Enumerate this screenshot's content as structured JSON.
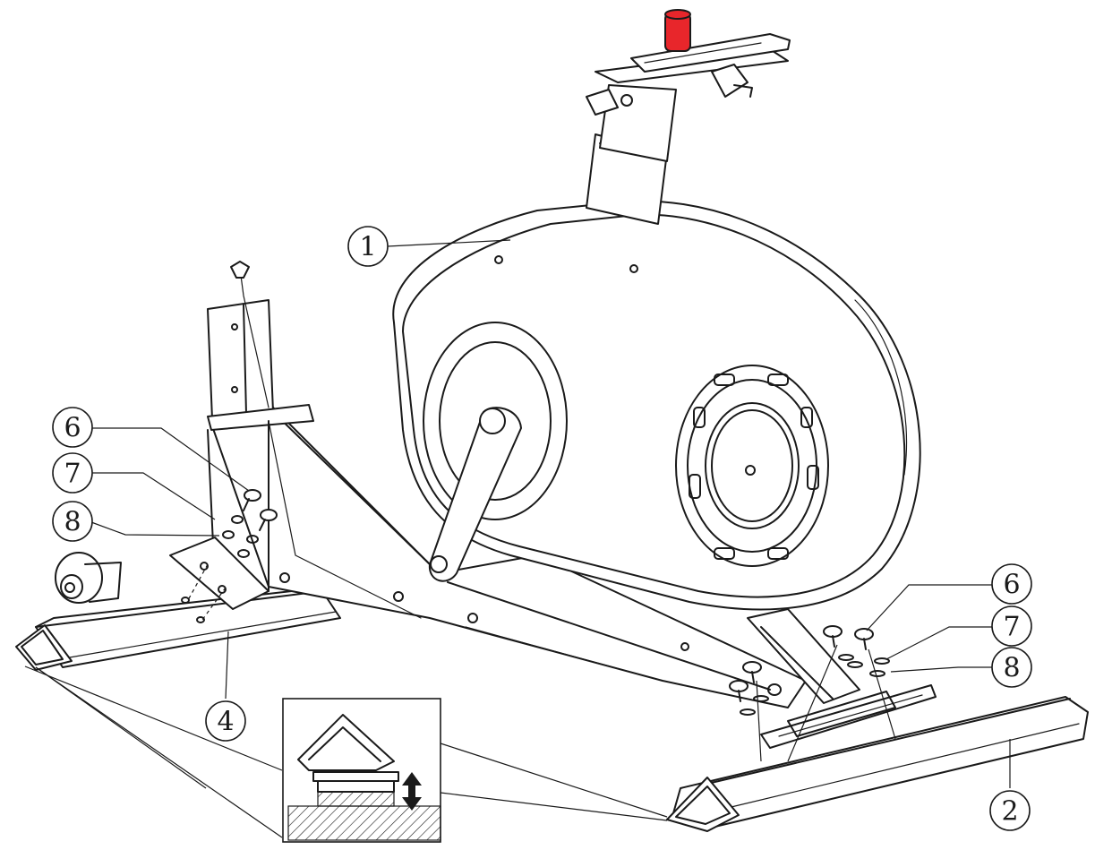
{
  "callouts": [
    {
      "id": "c1",
      "label": "1"
    },
    {
      "id": "c2",
      "label": "2"
    },
    {
      "id": "c4",
      "label": "4"
    },
    {
      "id": "c6a",
      "label": "6"
    },
    {
      "id": "c7a",
      "label": "7"
    },
    {
      "id": "c8a",
      "label": "8"
    },
    {
      "id": "c6b",
      "label": "6"
    },
    {
      "id": "c7b",
      "label": "7"
    },
    {
      "id": "c8b",
      "label": "8"
    }
  ],
  "colors": {
    "line": "#1a1a1a",
    "seat_post_knob": "#e8262b",
    "background": "#ffffff"
  }
}
